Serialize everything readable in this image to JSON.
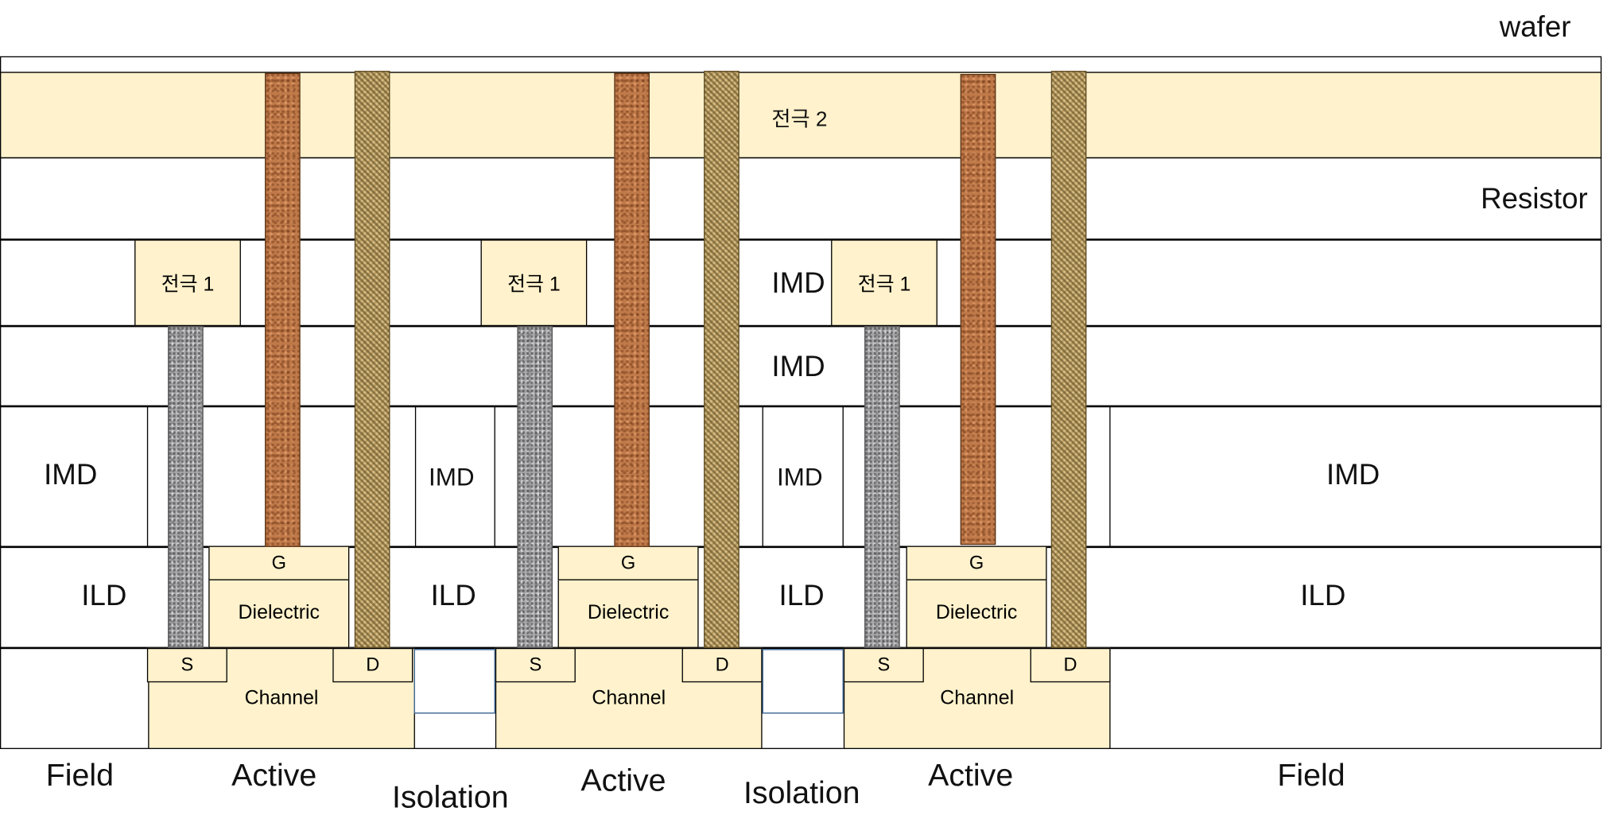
{
  "labels": {
    "wafer": "wafer",
    "resistor": "Resistor",
    "electrode2": "전극 2",
    "electrode1": "전극 1",
    "imd": "IMD",
    "ild": "ILD",
    "gate": "G",
    "dielectric": "Dielectric",
    "source": "S",
    "drain": "D",
    "channel": "Channel"
  },
  "regions": {
    "field_left": "Field",
    "active_1": "Active",
    "isolation_1": "Isolation",
    "active_2": "Active",
    "isolation_2": "Isolation",
    "active_3": "Active",
    "field_right": "Field"
  },
  "colors": {
    "electrode_fill": "#fff2cc",
    "copper_via": "#c07a4a",
    "woven_via": "#b99c62",
    "granite_via": "#a8a8ab",
    "isolation_border": "#2e5a8a"
  },
  "textures": {
    "gate_via": "copper-texture",
    "drain_via": "woven-texture",
    "source_via": "granite-texture"
  }
}
